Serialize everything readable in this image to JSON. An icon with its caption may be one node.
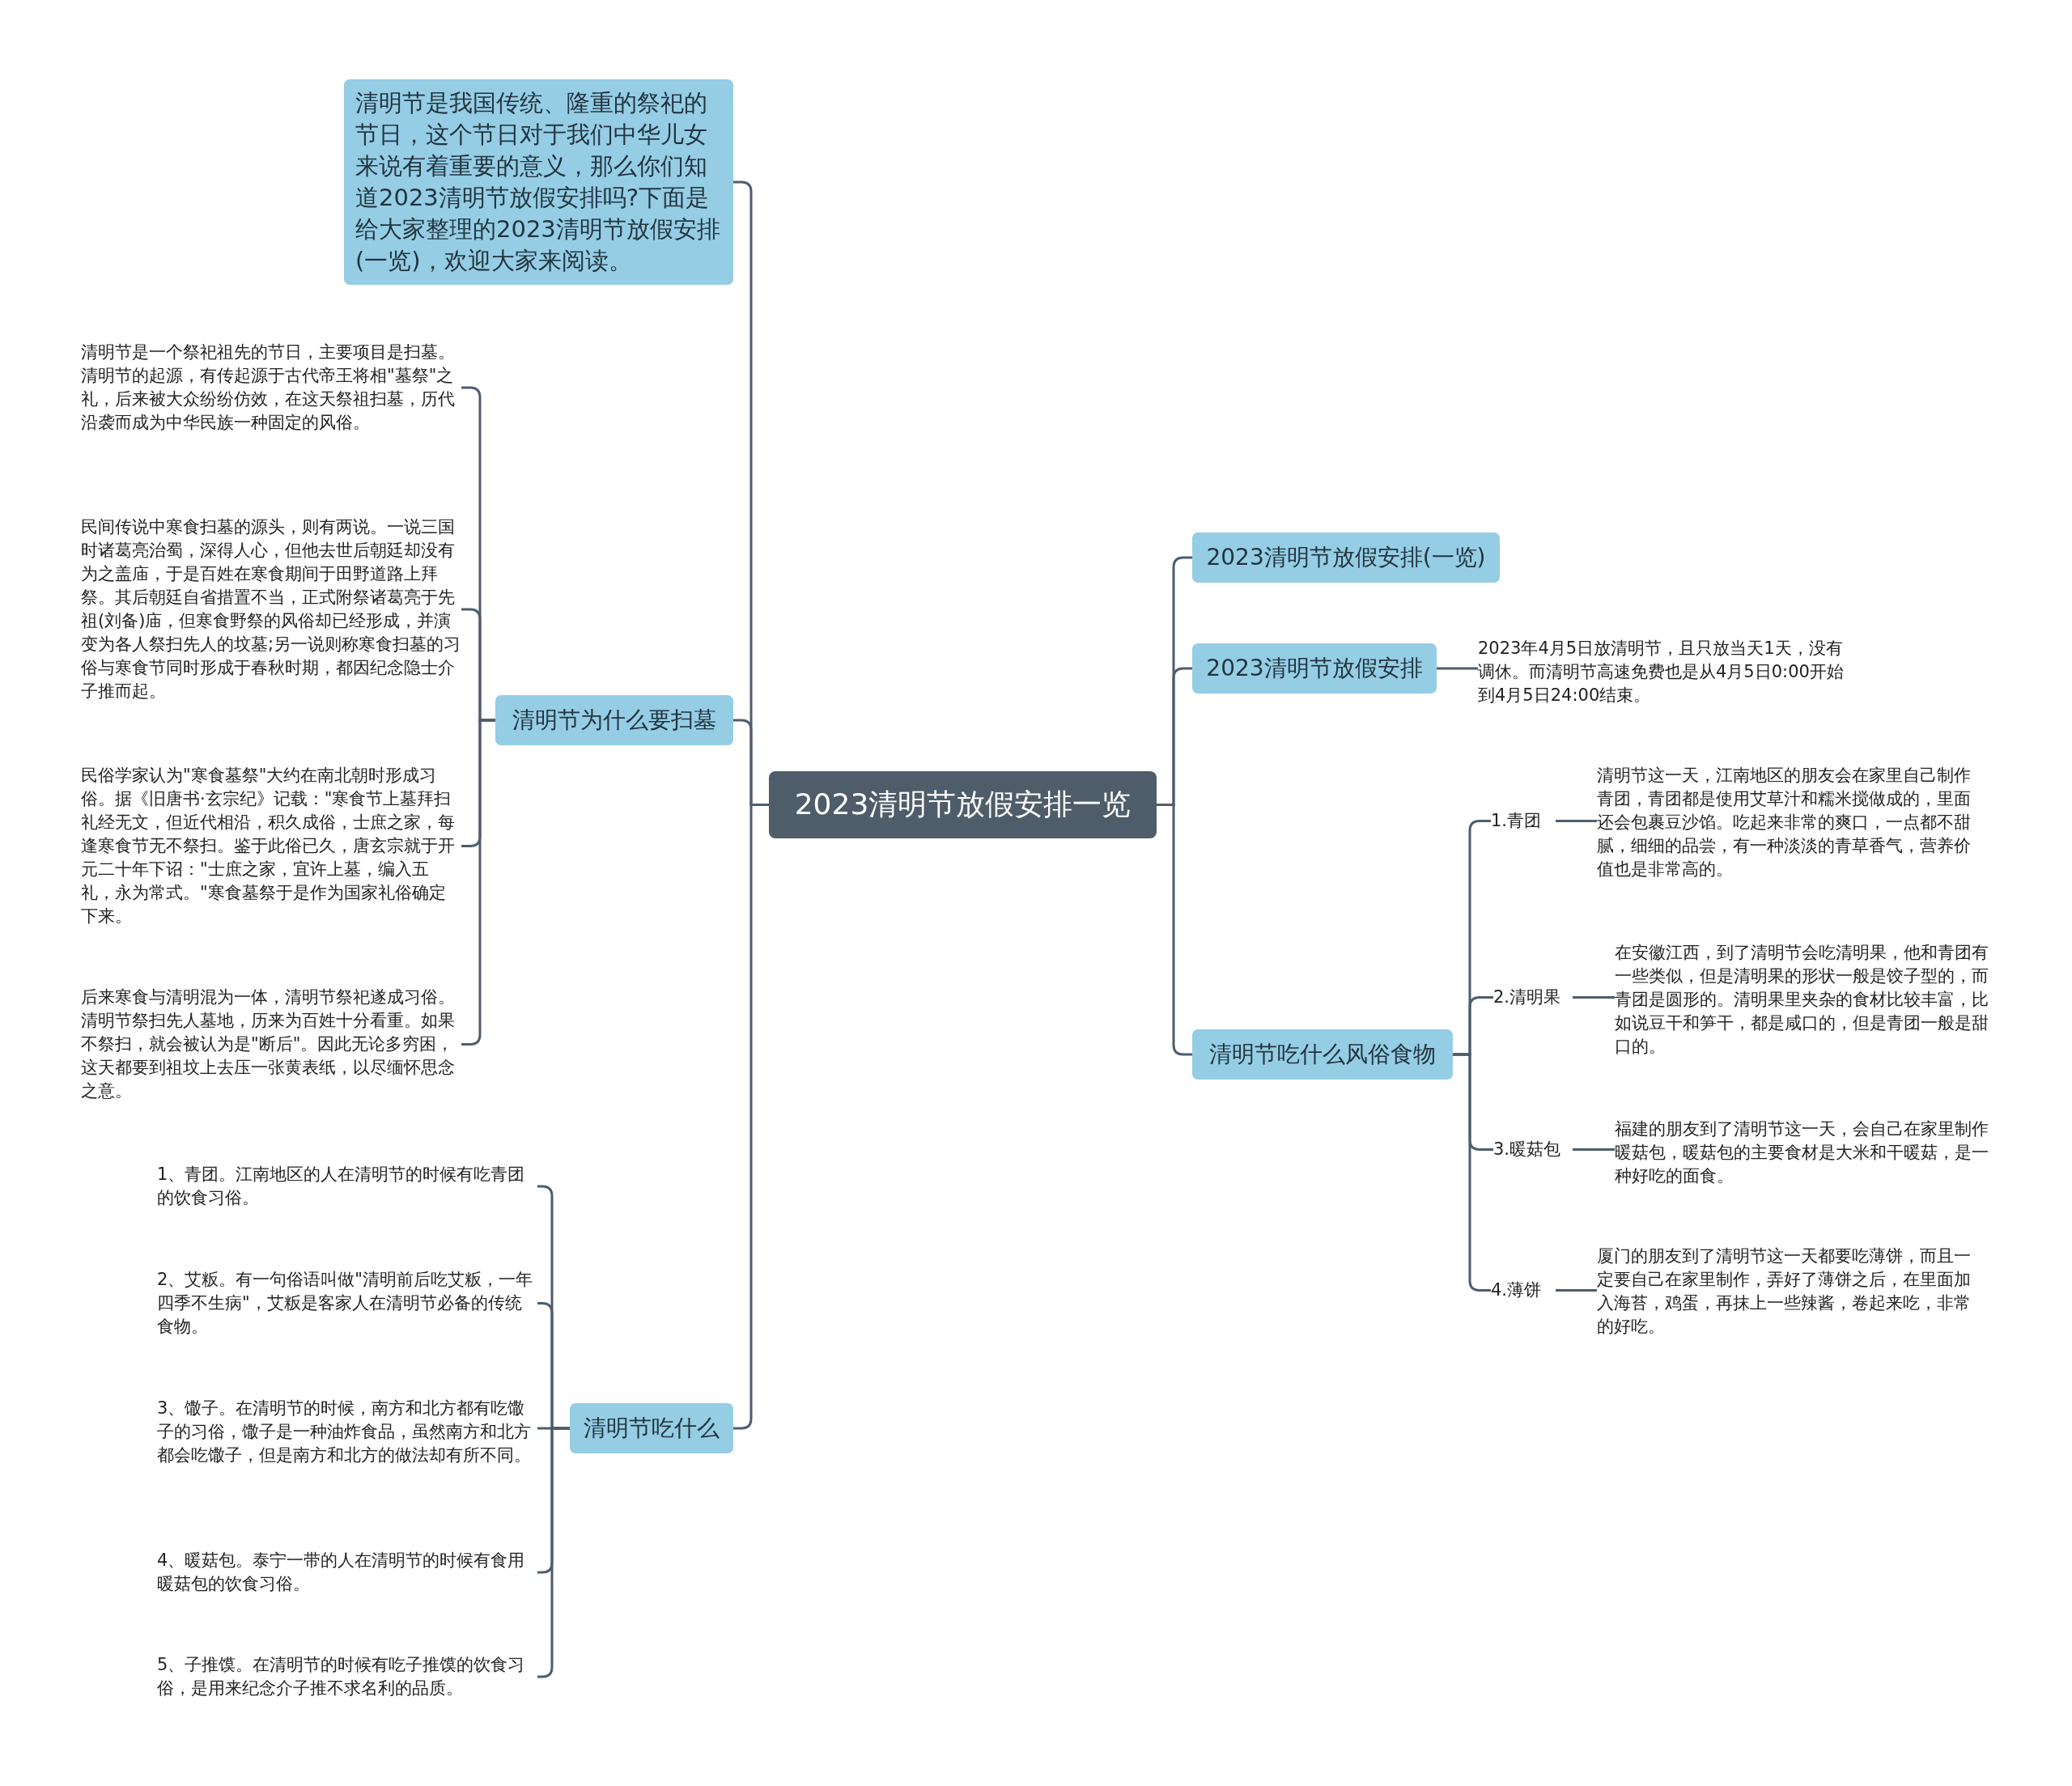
{
  "diagram": {
    "nodes": [
      {
        "text": [
          "2023清明节放假安排一览"
        ]
      },
      {
        "text": [
          "清明节是我国传统、隆重的祭祀的节日，这个节日对于我们中华儿女来说有着重要的意义，那么你们知道2023清明节放假安排吗?下面是给大家整理的2023清明节放假安排(一览)，欢迎大家来阅读。"
        ]
      },
      {
        "text": [
          "清明节为什么要扫墓"
        ]
      },
      {
        "text": [
          "清明节是一个祭祀祖先的节日，主要项目是扫墓。清明节的起源，有传起源于古代帝王将相\"墓祭\"之礼，后来被大众纷纷仿效，在这天祭祖扫墓，历代沿袭而成为中华民族一种固定的风俗。"
        ]
      },
      {
        "text": [
          "民间传说中寒食扫墓的源头，则有两说。一说三国时诸葛亮治蜀，深得人心，但他去世后朝廷却没有为之盖庙，于是百姓在寒食期间于田野道路上拜祭。其后朝廷自省措置不当，正式附祭诸葛亮于先祖(刘备)庙，但寒食野祭的风俗却已经形成，并演变为各人祭扫先人的坟墓;另一说则称寒食扫墓的习俗与寒食节同时形成于春秋时期，都因纪念隐士介子推而起。"
        ]
      },
      {
        "text": [
          "民俗学家认为\"寒食墓祭\"大约在南北朝时形成习俗。据《旧唐书·玄宗纪》记载：\"寒食节上墓拜扫礼经无文，但近代相沿，积久成俗，士庶之家，每逢寒食节无不祭扫。鉴于此俗已久，唐玄宗就于开元二十年下诏：\"士庶之家，宜许上墓，编入五礼，永为常式。\"寒食墓祭于是作为国家礼俗确定下来。"
        ]
      },
      {
        "text": [
          "后来寒食与清明混为一体，清明节祭祀遂成习俗。清明节祭扫先人墓地，历来为百姓十分看重。如果不祭扫，就会被认为是\"断后\"。因此无论多穷困，这天都要到祖坟上去压一张黄表纸，以尽缅怀思念之意。"
        ]
      },
      {
        "text": [
          "清明节吃什么"
        ]
      },
      {
        "text": [
          "1、青团。江南地区的人在清明节的时候有吃青团的饮食习俗。"
        ]
      },
      {
        "text": [
          "2、艾粄。有一句俗语叫做\"清明前后吃艾粄，一年四季不生病\"，艾粄是客家人在清明节必备的传统食物。"
        ]
      },
      {
        "text": [
          "3、馓子。在清明节的时候，南方和北方都有吃馓子的习俗，馓子是一种油炸食品，虽然南方和北方都会吃馓子，但是南方和北方的做法却有所不同。"
        ]
      },
      {
        "text": [
          "4、暖菇包。泰宁一带的人在清明节的时候有食用暖菇包的饮食习俗。"
        ]
      },
      {
        "text": [
          "5、子推馍。在清明节的时候有吃子推馍的饮食习俗，是用来纪念介子推不求名利的品质。"
        ]
      },
      {
        "text": [
          "2023清明节放假安排(一览)"
        ]
      },
      {
        "text": [
          "2023清明节放假安排"
        ]
      },
      {
        "text": [
          "2023年4月5日放清明节，且只放当天1天，没有调休。而清明节高速免费也是从4月5日0:00开始到4月5日24:00结束。"
        ]
      },
      {
        "text": [
          "清明节吃什么风俗食物"
        ]
      },
      {
        "text": [
          "1.青团"
        ]
      },
      {
        "text": [
          "清明节这一天，江南地区的朋友会在家里自己制作青团，青团都是使用艾草汁和糯米搅做成的，里面还会包裹豆沙馅。吃起来非常的爽口，一点都不甜腻，细细的品尝，有一种淡淡的青草香气，营养价值也是非常高的。"
        ]
      },
      {
        "text": [
          "2.清明果"
        ]
      },
      {
        "text": [
          "在安徽江西，到了清明节会吃清明果，他和青团有一些类似，但是清明果的形状一般是饺子型的，而青团是圆形的。清明果里夹杂的食材比较丰富，比如说豆干和笋干，都是咸口的，但是青团一般是甜口的。"
        ]
      },
      {
        "text": [
          "3.暖菇包"
        ]
      },
      {
        "text": [
          "福建的朋友到了清明节这一天，会自己在家里制作暖菇包，暖菇包的主要食材是大米和干暖菇，是一种好吃的面食。"
        ]
      },
      {
        "text": [
          "4.薄饼"
        ]
      },
      {
        "text": [
          "厦门的朋友到了清明节这一天都要吃薄饼，而且一定要自己在家里制作，弄好了薄饼之后，在里面加入海苔，鸡蛋，再抹上一些辣酱，卷起来吃，非常的好吃。"
        ]
      }
    ],
    "edges": [
      {
        "from": 0,
        "to": 1,
        "arrow": "none"
      },
      {
        "from": 0,
        "to": 2,
        "arrow": "none"
      },
      {
        "from": 2,
        "to": 3,
        "arrow": "none"
      },
      {
        "from": 2,
        "to": 4,
        "arrow": "none"
      },
      {
        "from": 2,
        "to": 5,
        "arrow": "none"
      },
      {
        "from": 2,
        "to": 6,
        "arrow": "none"
      },
      {
        "from": 0,
        "to": 7,
        "arrow": "none"
      },
      {
        "from": 7,
        "to": 8,
        "arrow": "none"
      },
      {
        "from": 7,
        "to": 9,
        "arrow": "none"
      },
      {
        "from": 7,
        "to": 10,
        "arrow": "none"
      },
      {
        "from": 7,
        "to": 11,
        "arrow": "none"
      },
      {
        "from": 7,
        "to": 12,
        "arrow": "none"
      },
      {
        "from": 0,
        "to": 13,
        "arrow": "none"
      },
      {
        "from": 0,
        "to": 14,
        "arrow": "none"
      },
      {
        "from": 14,
        "to": 15,
        "arrow": "none"
      },
      {
        "from": 0,
        "to": 16,
        "arrow": "none"
      },
      {
        "from": 16,
        "to": 17,
        "arrow": "none"
      },
      {
        "from": 17,
        "to": 18,
        "arrow": "none"
      },
      {
        "from": 16,
        "to": 19,
        "arrow": "none"
      },
      {
        "from": 19,
        "to": 20,
        "arrow": "none"
      },
      {
        "from": 16,
        "to": 21,
        "arrow": "none"
      },
      {
        "from": 21,
        "to": 22,
        "arrow": "none"
      },
      {
        "from": 16,
        "to": 23,
        "arrow": "none"
      },
      {
        "from": 23,
        "to": 24,
        "arrow": "none"
      }
    ]
  }
}
